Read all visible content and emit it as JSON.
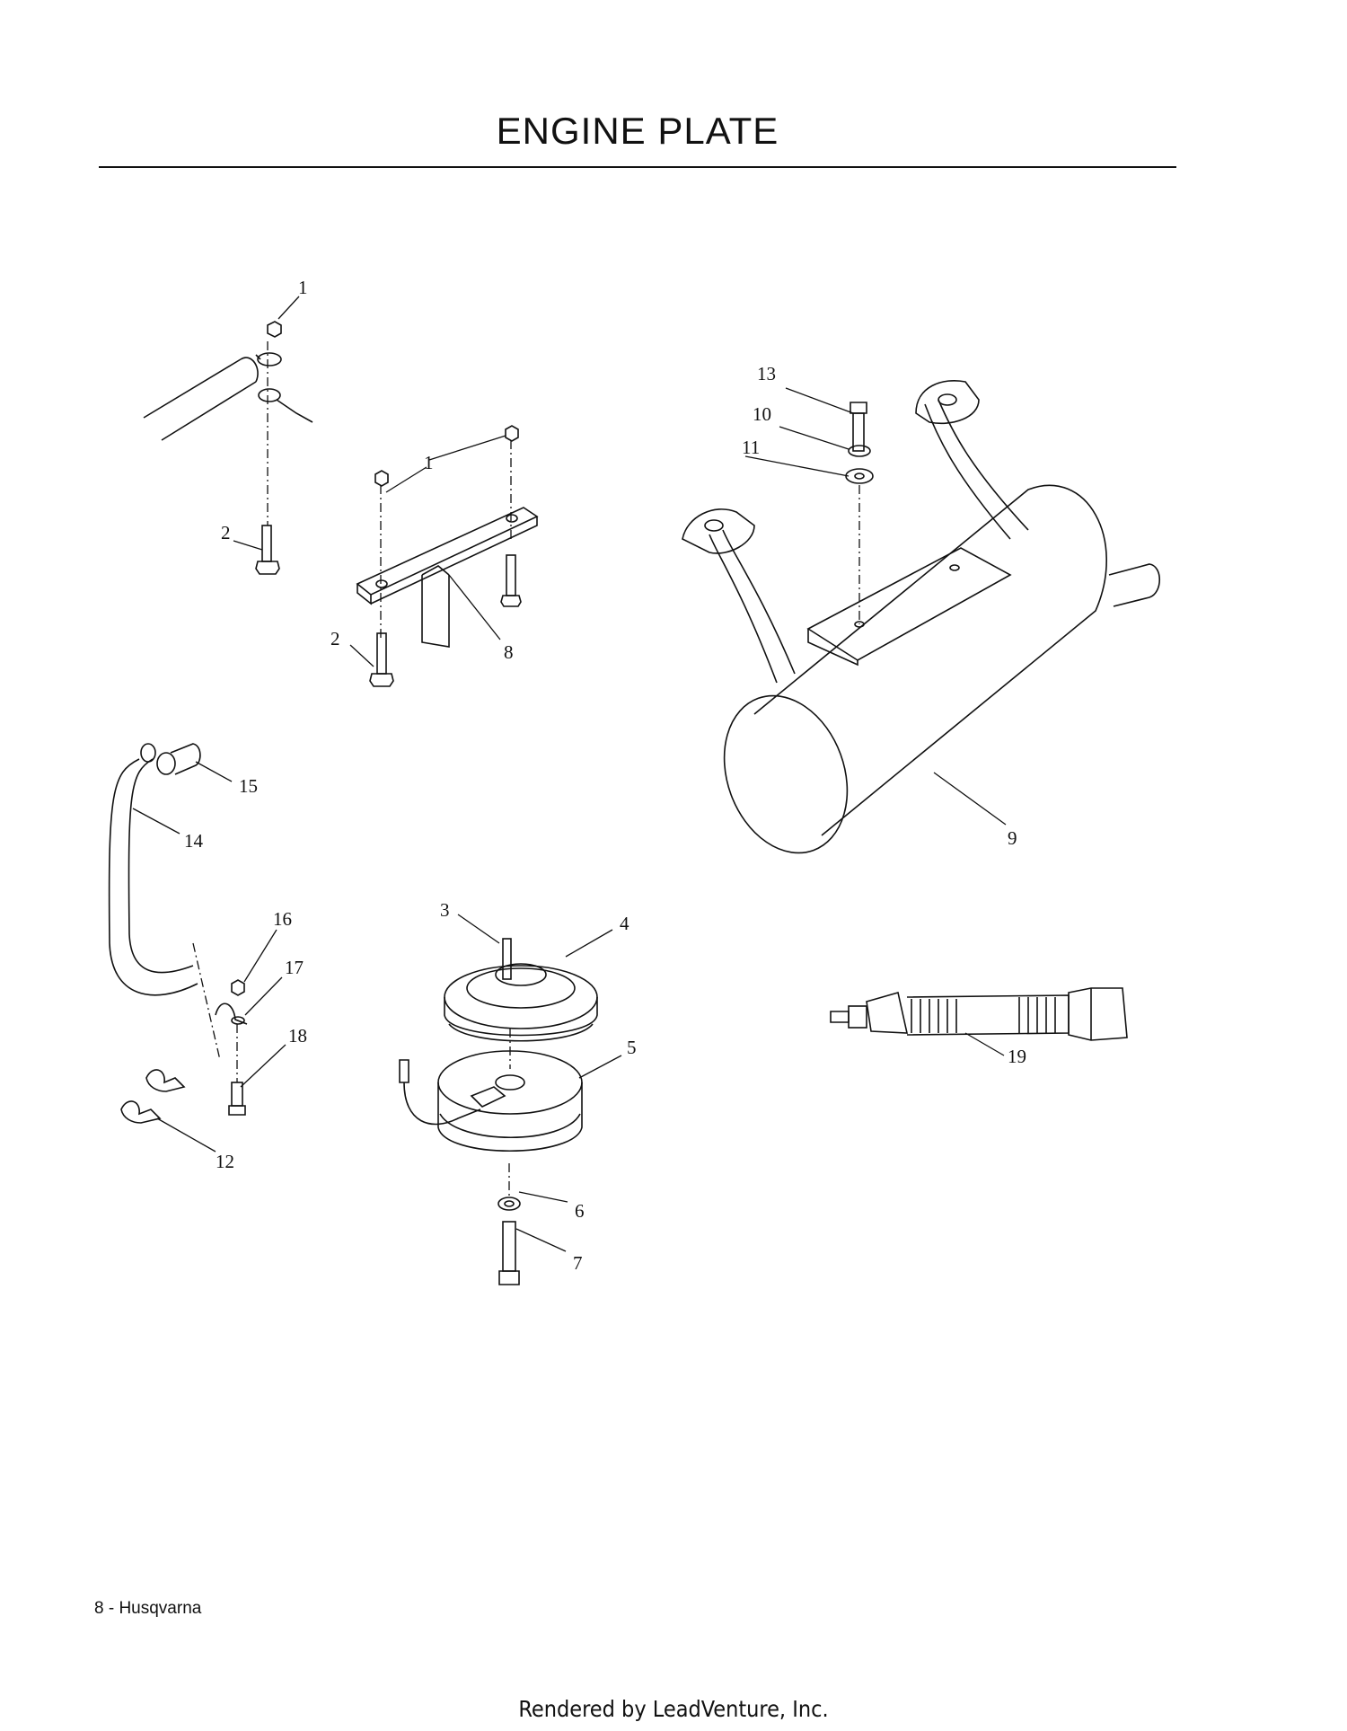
{
  "page": {
    "title": "ENGINE PLATE",
    "footer": "8 - Husqvarna",
    "rendered_by": "Rendered by LeadVenture, Inc."
  },
  "callouts": [
    "1",
    "1",
    "2",
    "2",
    "8",
    "13",
    "10",
    "11",
    "9",
    "15",
    "14",
    "3",
    "4",
    "16",
    "17",
    "18",
    "5",
    "19",
    "12",
    "6",
    "7"
  ]
}
